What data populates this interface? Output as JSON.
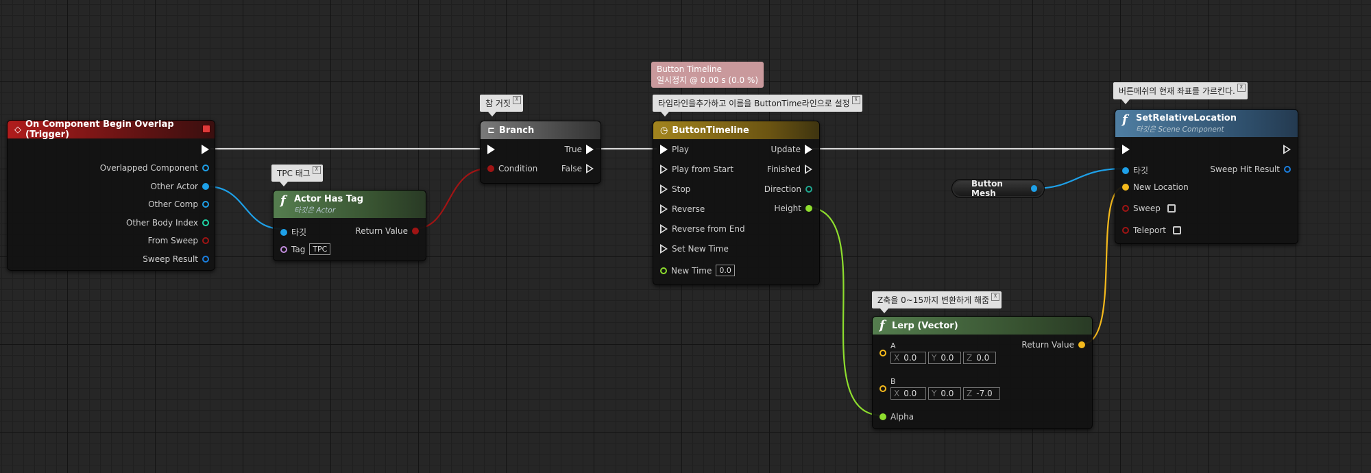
{
  "colors": {
    "exec": "#ffffff",
    "object": "#1ea0e8",
    "struct": "#1a7fe0",
    "int": "#1fd7a7",
    "bool": "#a01414",
    "name": "#c48ee0",
    "float": "#8ede2e",
    "vector": "#f4b91c"
  },
  "overlap_node": {
    "title": "On Component Begin Overlap (Trigger)",
    "pins": [
      "Overlapped Component",
      "Other Actor",
      "Other Comp",
      "Other Body Index",
      "From Sweep",
      "Sweep Result"
    ]
  },
  "tag_comment": "TPC 태그",
  "has_tag_node": {
    "title": "Actor Has Tag",
    "subtitle": "타깃은 Actor",
    "target_label": "타깃",
    "tag_label": "Tag",
    "tag_value": "TPC",
    "return_label": "Return Value"
  },
  "branch_comment": "참 거짓",
  "branch_node": {
    "title": "Branch",
    "condition_label": "Condition",
    "true_label": "True",
    "false_label": "False"
  },
  "timeline_status": {
    "name": "Button Timeline",
    "status": "일시정지 @ 0.00 s (0.0 %)"
  },
  "timeline_comment": "타임라인을추가하고 이름을 ButtonTime라인으로 설정",
  "timeline_node": {
    "title": "ButtonTimeline",
    "inputs": [
      "Play",
      "Play from Start",
      "Stop",
      "Reverse",
      "Reverse from End",
      "Set New Time"
    ],
    "new_time_label": "New Time",
    "new_time_value": "0.0",
    "outputs": [
      "Update",
      "Finished",
      "Direction",
      "Height"
    ]
  },
  "setloc_comment": "버튼메쉬의 현재 좌표를 가르킨다.",
  "setloc_node": {
    "title": "SetRelativeLocation",
    "subtitle": "타깃은 Scene Component",
    "target_label": "타깃",
    "new_location_label": "New Location",
    "sweep_label": "Sweep",
    "teleport_label": "Teleport",
    "sweep_hit_label": "Sweep Hit Result"
  },
  "button_mesh": {
    "label": "Button Mesh"
  },
  "lerp_comment": "Z축을 0~15까지 변환하게 해줌",
  "lerp_node": {
    "title": "Lerp (Vector)",
    "a_label": "A",
    "b_label": "B",
    "alpha_label": "Alpha",
    "return_label": "Return Value",
    "a_values": {
      "x_axis": "X",
      "x": "0.0",
      "y_axis": "Y",
      "y": "0.0",
      "z_axis": "Z",
      "z": "0.0"
    },
    "b_values": {
      "x_axis": "X",
      "x": "0.0",
      "y_axis": "Y",
      "y": "0.0",
      "z_axis": "Z",
      "z": "-7.0"
    }
  }
}
